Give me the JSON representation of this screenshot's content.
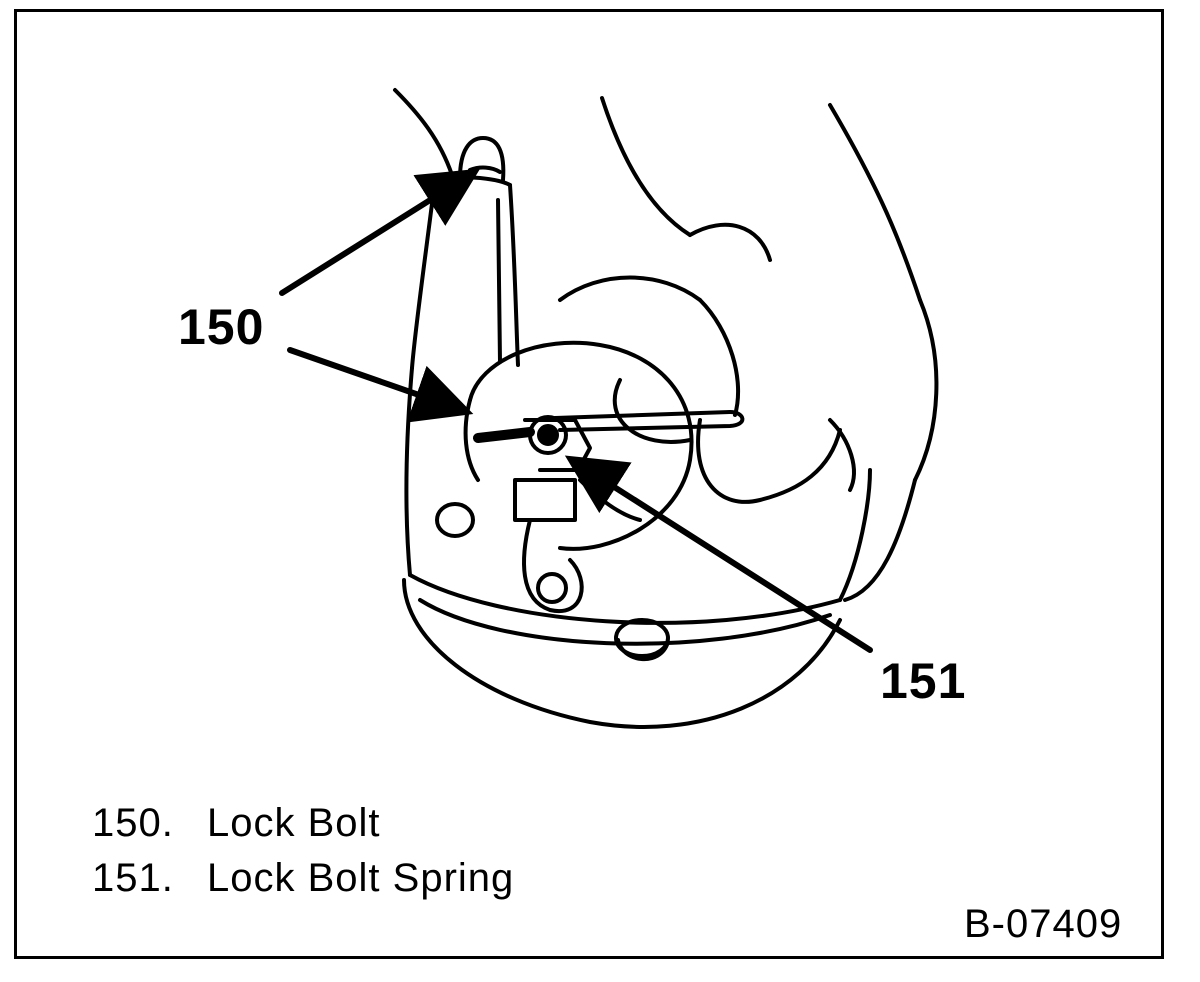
{
  "callouts": {
    "lock_bolt": "150",
    "lock_bolt_spring": "151"
  },
  "legend": [
    {
      "number": "150.",
      "label": "Lock Bolt"
    },
    {
      "number": "151.",
      "label": "Lock Bolt Spring"
    }
  ],
  "figure_id": "B-07409",
  "colors": {
    "ink": "#000000",
    "paper": "#ffffff"
  }
}
